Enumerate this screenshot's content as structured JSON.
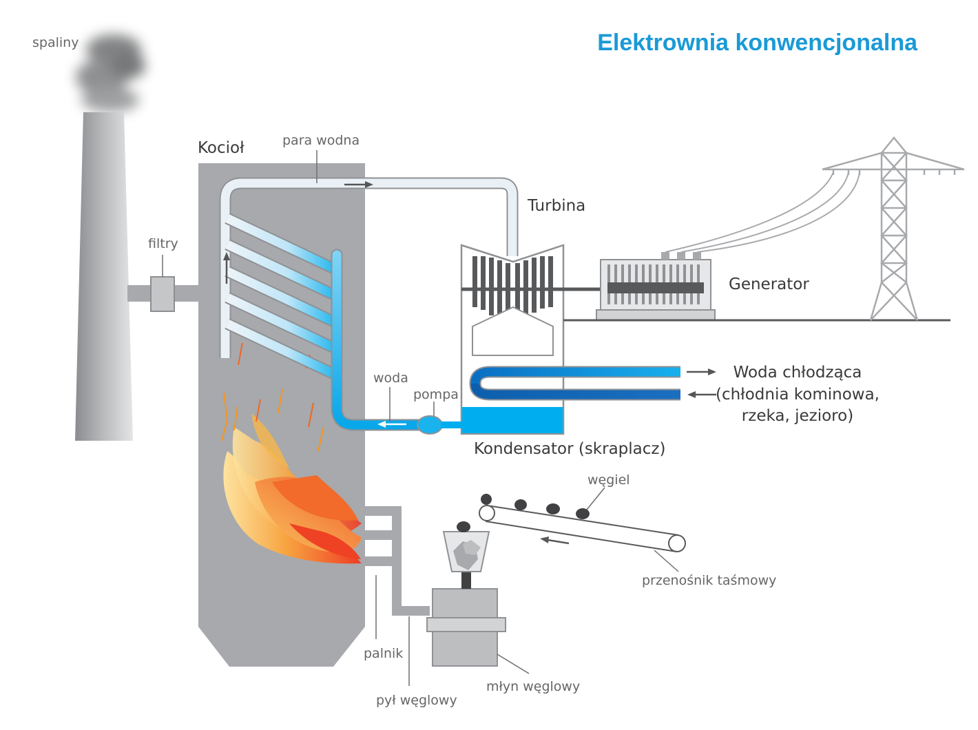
{
  "title": "Elektrownia konwencjonalna",
  "labels": {
    "spaliny": "spaliny",
    "filtry": "filtry",
    "kociol": "Kocioł",
    "para_wodna": "para wodna",
    "turbina": "Turbina",
    "generator": "Generator",
    "woda": "woda",
    "pompa": "pompa",
    "woda_chlodzaca": [
      "Woda chłodząca",
      "(chłodnia kominowa,",
      "rzeka, jezioro)"
    ],
    "kondensator": "Kondensator (skraplacz)",
    "wegiel": "węgiel",
    "przenosnik": "przenośnik taśmowy",
    "palnik": "palnik",
    "pyl_weglowy": "pył węglowy",
    "mlyn_weglowy": "młyn węglowy"
  },
  "colors": {
    "title": "#1a9ad6",
    "structure_gray": "#a7a9ac",
    "dark_gray": "#58595b",
    "water_blue": "#00aeef",
    "steam_light": "#e6eef4",
    "flame_orange": "#f15a24",
    "flame_yellow": "#fbb040"
  }
}
